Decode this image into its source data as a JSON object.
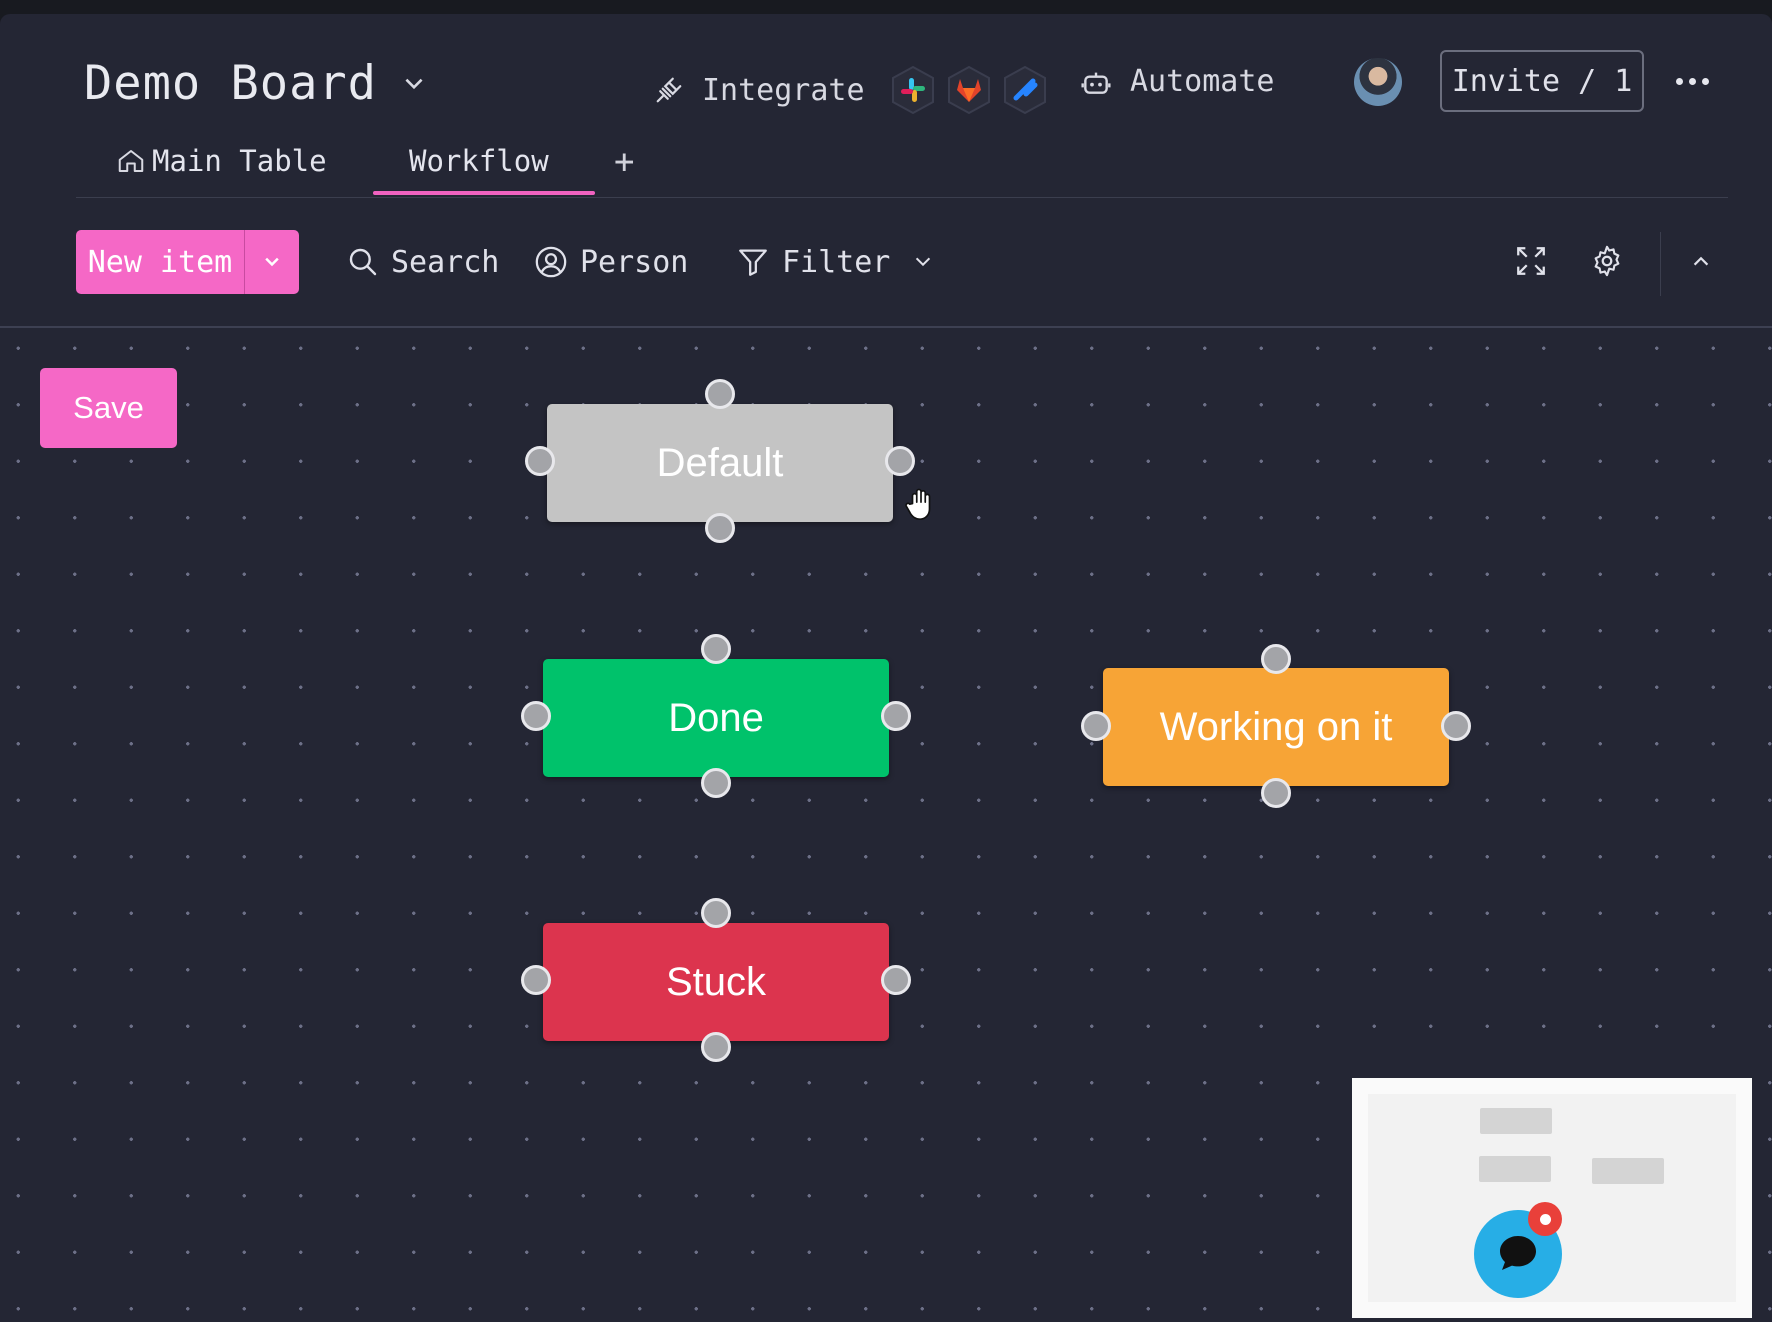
{
  "header": {
    "board_title": "Demo Board",
    "integrate_label": "Integrate",
    "integration_icons": [
      "slack-icon",
      "gitlab-icon",
      "jira-icon"
    ],
    "automate_label": "Automate",
    "invite_label": "Invite / 1"
  },
  "tabs": [
    {
      "label": "Main Table",
      "icon": "home-icon",
      "active": false
    },
    {
      "label": "Workflow",
      "active": true
    }
  ],
  "add_tab_label": "+",
  "toolbar": {
    "new_item_label": "New item",
    "search_label": "Search",
    "person_label": "Person",
    "filter_label": "Filter"
  },
  "canvas": {
    "save_label": "Save",
    "nodes": [
      {
        "label": "Default",
        "color": "#c4c4c4"
      },
      {
        "label": "Done",
        "color": "#00c26b"
      },
      {
        "label": "Working on it",
        "color": "#f7a436"
      },
      {
        "label": "Stuck",
        "color": "#dc344e"
      }
    ]
  },
  "colors": {
    "accent": "#f568c6",
    "background": "#242634",
    "chat_bubble": "#27aee6",
    "notification_badge": "#e9403a"
  }
}
